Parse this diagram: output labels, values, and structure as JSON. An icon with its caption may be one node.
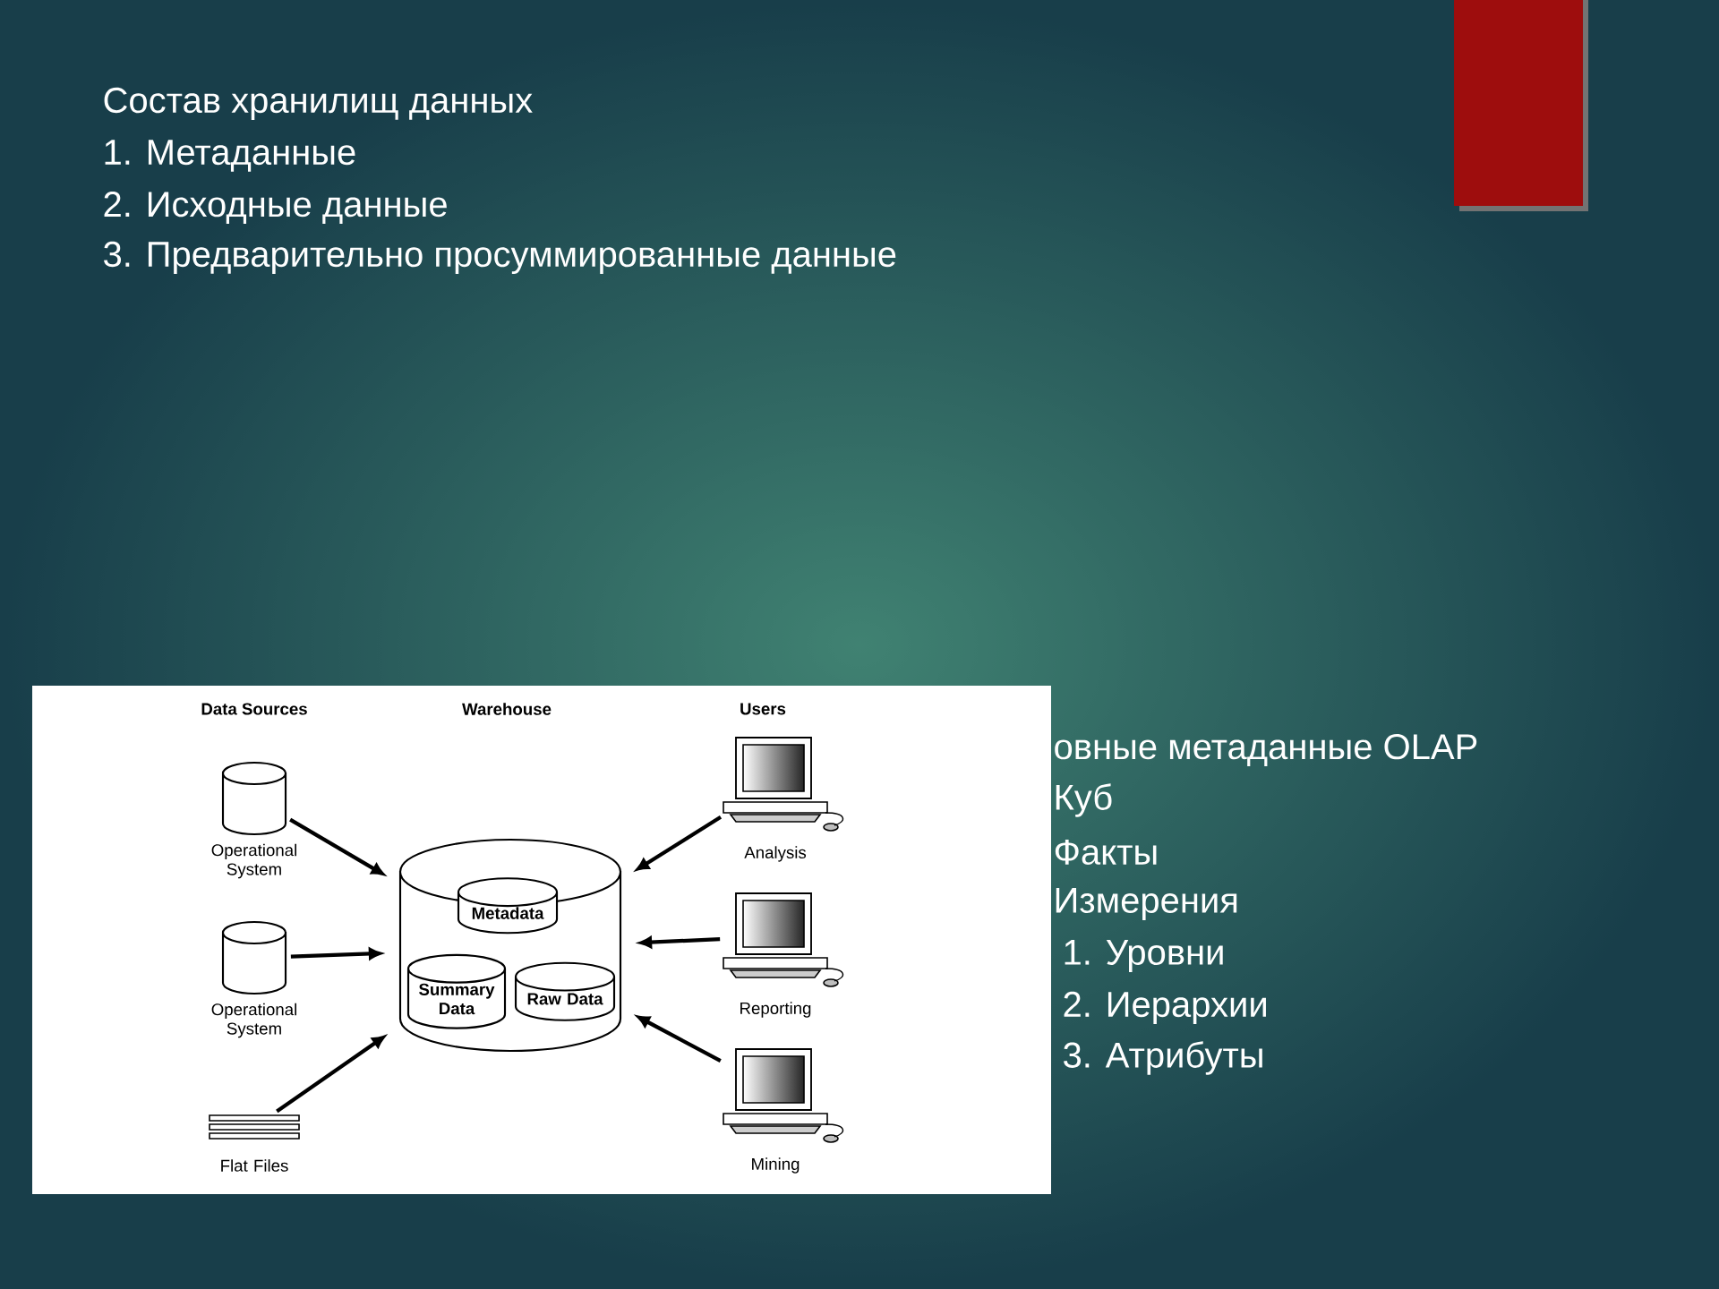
{
  "diagram": {
    "title": "Состав хранилищ данных",
    "nodes": [
      {
        "text": [
          "Operational System"
        ]
      },
      {
        "text": [
          "Operational System"
        ]
      },
      {
        "text": [
          "Flat Files"
        ]
      },
      {
        "text": [],
        "shape": "cylinder"
      },
      {
        "text": [
          "Metadata"
        ],
        "in": 3
      },
      {
        "text": [
          "Summary Data"
        ],
        "in": 3
      },
      {
        "text": [
          "Raw Data"
        ],
        "in": 3
      },
      {
        "text": [
          "Analysis"
        ]
      },
      {
        "text": [
          "Reporting"
        ]
      },
      {
        "text": [
          "Mining"
        ]
      }
    ],
    "edges": [
      {
        "from": 0,
        "to": 3,
        "arrow": "to"
      },
      {
        "from": 1,
        "to": 3,
        "arrow": "to"
      },
      {
        "from": 2,
        "to": 3,
        "arrow": "to"
      },
      {
        "from": 7,
        "to": 3,
        "arrow": "to"
      },
      {
        "from": 8,
        "to": 3,
        "arrow": "to"
      },
      {
        "from": 9,
        "to": 3,
        "arrow": "to"
      }
    ],
    "labels": [
      "1. Метаданные",
      "2. Исходные данные",
      "3. Предварительно просуммированные данные",
      "Data Sources",
      "Warehouse",
      "Users",
      "овные метаданные OLAP",
      "Куб",
      "Факты",
      "Измерения",
      "1. Уровни",
      "2. Иерархии",
      "3. Атрибуты"
    ]
  }
}
